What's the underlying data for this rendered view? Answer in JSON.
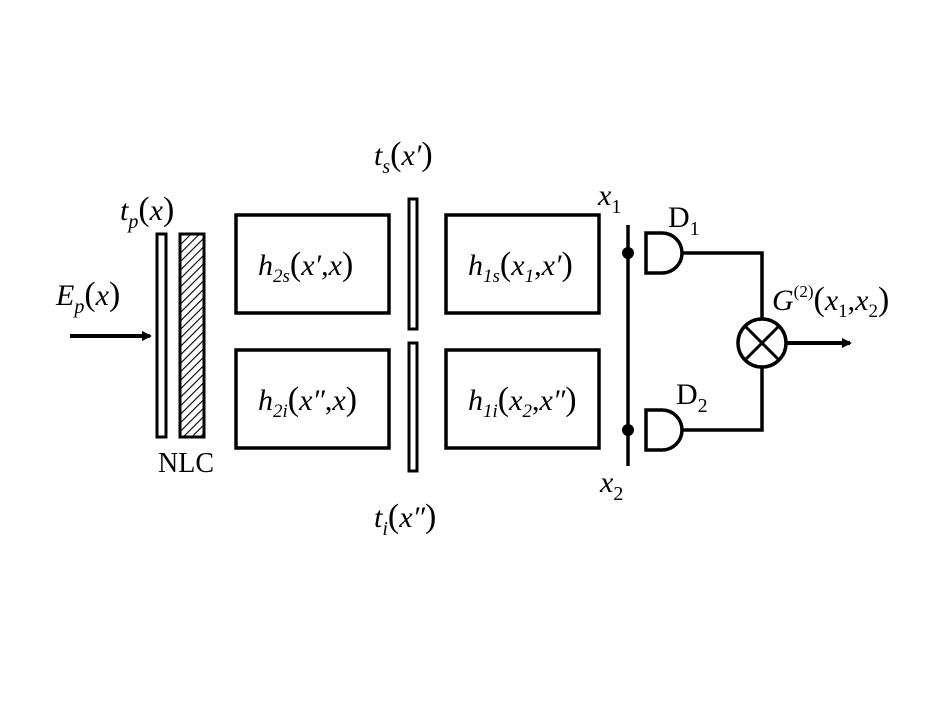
{
  "labels": {
    "pump_field": "E_p(x)",
    "pump_transmission": "t_p(x)",
    "crystal": "NLC",
    "signal_mask": "t_s(x′)",
    "idler_mask": "t_i(x″)",
    "h2s": "h_2s(x′,x)",
    "h2i": "h_2i(x″,x)",
    "h1s": "h_1s(x_1,x′)",
    "h1i": "h_1i(x_2,x″)",
    "x1": "x_1",
    "x2": "x_2",
    "d1": "D_1",
    "d2": "D_2",
    "correlation": "G^(2)(x_1,x_2)"
  },
  "colors": {
    "ink": "#000000",
    "background": "#ffffff"
  },
  "icons": {
    "correlator": "circle-times-icon",
    "detector": "detector-d-shape-icon",
    "arrow": "arrow-right-icon"
  }
}
